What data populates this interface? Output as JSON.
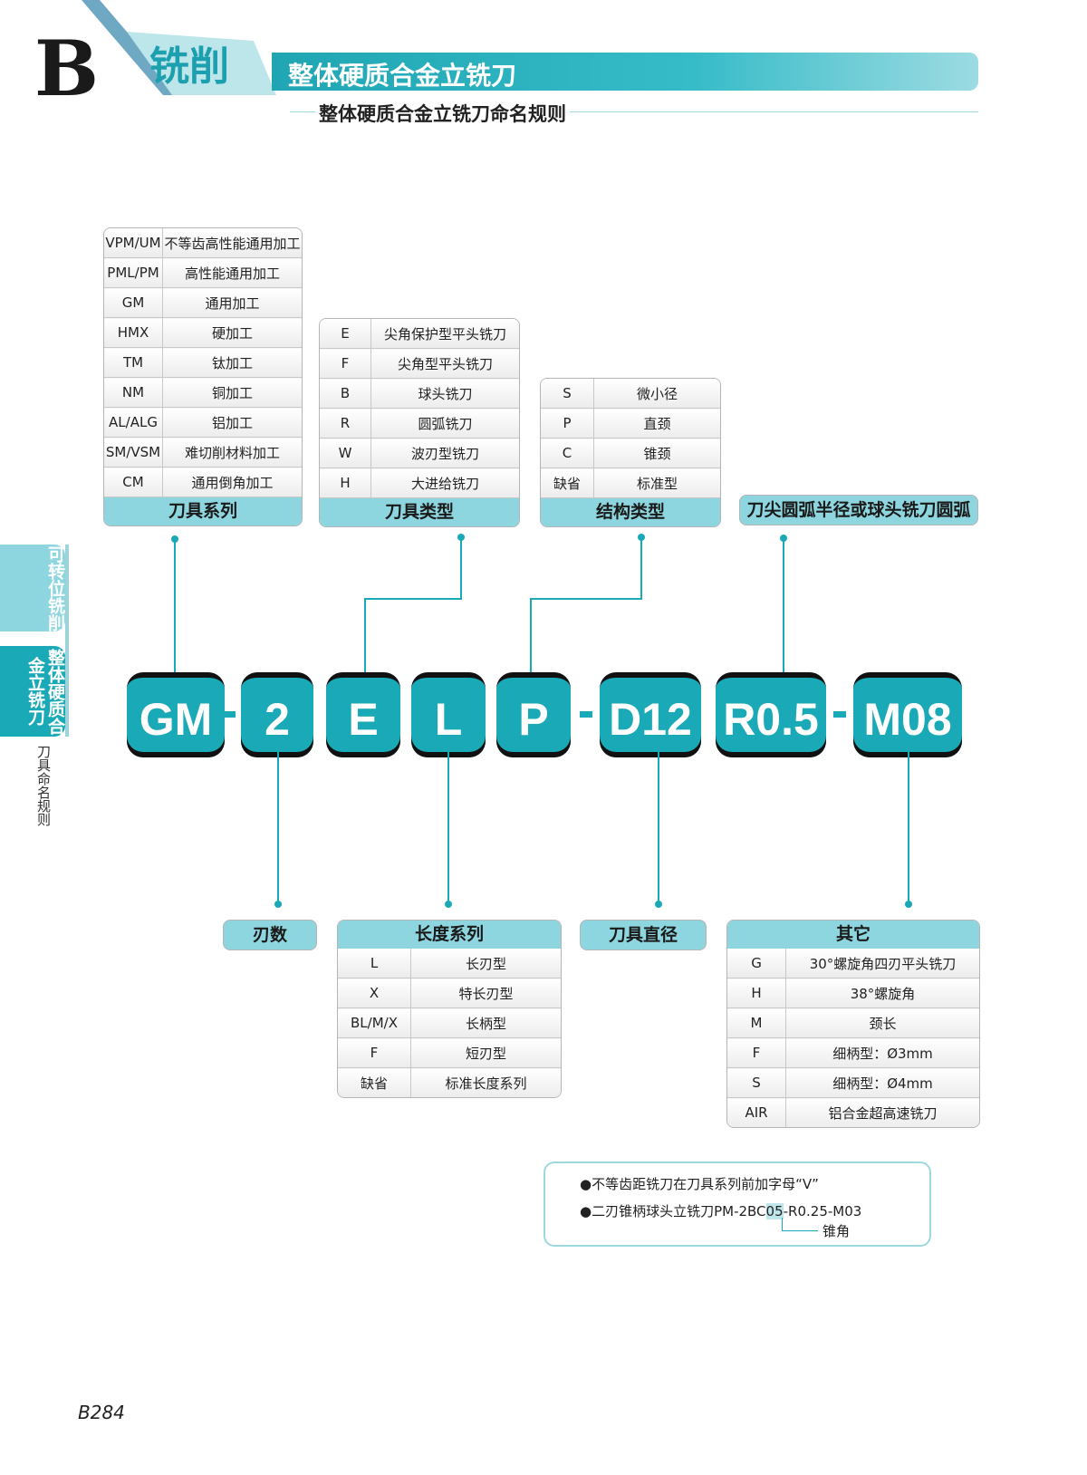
{
  "header": {
    "letter": "B",
    "section": "铣削",
    "title": "整体硬质合金立铣刀",
    "subtitle": "整体硬质合金立铣刀命名规则"
  },
  "side_tabs": {
    "tab1": [
      "可转位",
      "铣削"
    ],
    "tab2": [
      "整体硬质合",
      "金立铣刀"
    ],
    "caption": "刀具命名规则"
  },
  "tool_series": {
    "title": "刀具系列",
    "rows": [
      {
        "code": "VPM/UM",
        "desc": "不等齿高性能通用加工"
      },
      {
        "code": "PML/PM",
        "desc": "高性能通用加工"
      },
      {
        "code": "GM",
        "desc": "通用加工"
      },
      {
        "code": "HMX",
        "desc": "硬加工"
      },
      {
        "code": "TM",
        "desc": "钛加工"
      },
      {
        "code": "NM",
        "desc": "铜加工"
      },
      {
        "code": "AL/ALG",
        "desc": "铝加工"
      },
      {
        "code": "SM/VSM",
        "desc": "难切削材料加工"
      },
      {
        "code": "CM",
        "desc": "通用倒角加工"
      }
    ]
  },
  "tool_type": {
    "title": "刀具类型",
    "rows": [
      {
        "code": "E",
        "desc": "尖角保护型平头铣刀"
      },
      {
        "code": "F",
        "desc": "尖角型平头铣刀"
      },
      {
        "code": "B",
        "desc": "球头铣刀"
      },
      {
        "code": "R",
        "desc": "圆弧铣刀"
      },
      {
        "code": "W",
        "desc": "波刃型铣刀"
      },
      {
        "code": "H",
        "desc": "大进给铣刀"
      }
    ]
  },
  "structure_type": {
    "title": "结构类型",
    "rows": [
      {
        "code": "S",
        "desc": "微小径"
      },
      {
        "code": "P",
        "desc": "直颈"
      },
      {
        "code": "C",
        "desc": "锥颈"
      },
      {
        "code": "缺省",
        "desc": "标准型"
      }
    ]
  },
  "corner_radius_label": "刀尖圆弧半径或球头铣刀圆弧",
  "code": {
    "parts": [
      "GM",
      "2",
      "E",
      "L",
      "P",
      "D12",
      "R0.5",
      "M08"
    ],
    "separator": "-"
  },
  "flutes_label": "刃数",
  "length_series": {
    "title": "长度系列",
    "rows": [
      {
        "code": "L",
        "desc": "长刃型"
      },
      {
        "code": "X",
        "desc": "特长刃型"
      },
      {
        "code": "BL/M/X",
        "desc": "长柄型"
      },
      {
        "code": "F",
        "desc": "短刃型"
      },
      {
        "code": "缺省",
        "desc": "标准长度系列"
      }
    ]
  },
  "diameter_label": "刀具直径",
  "others": {
    "title": "其它",
    "rows": [
      {
        "code": "G",
        "desc": "30°螺旋角四刃平头铣刀"
      },
      {
        "code": "H",
        "desc": "38°螺旋角"
      },
      {
        "code": "M",
        "desc": "颈长"
      },
      {
        "code": "F",
        "desc": "细柄型：Ø3mm"
      },
      {
        "code": "S",
        "desc": "细柄型：Ø4mm"
      },
      {
        "code": "AIR",
        "desc": "铝合金超高速铣刀"
      }
    ]
  },
  "notes": {
    "line1": "●不等齿距铣刀在刀具系列前加字母“V”",
    "line2_prefix": "●二刃锥柄球头立铣刀PM-2BC",
    "line2_highlight": "05",
    "line2_suffix": "-R0.25-M03",
    "callout": "锥角"
  },
  "page_number": "B284",
  "colors": {
    "accent": "#1aa9b6",
    "header_light": "#8ed6df"
  }
}
